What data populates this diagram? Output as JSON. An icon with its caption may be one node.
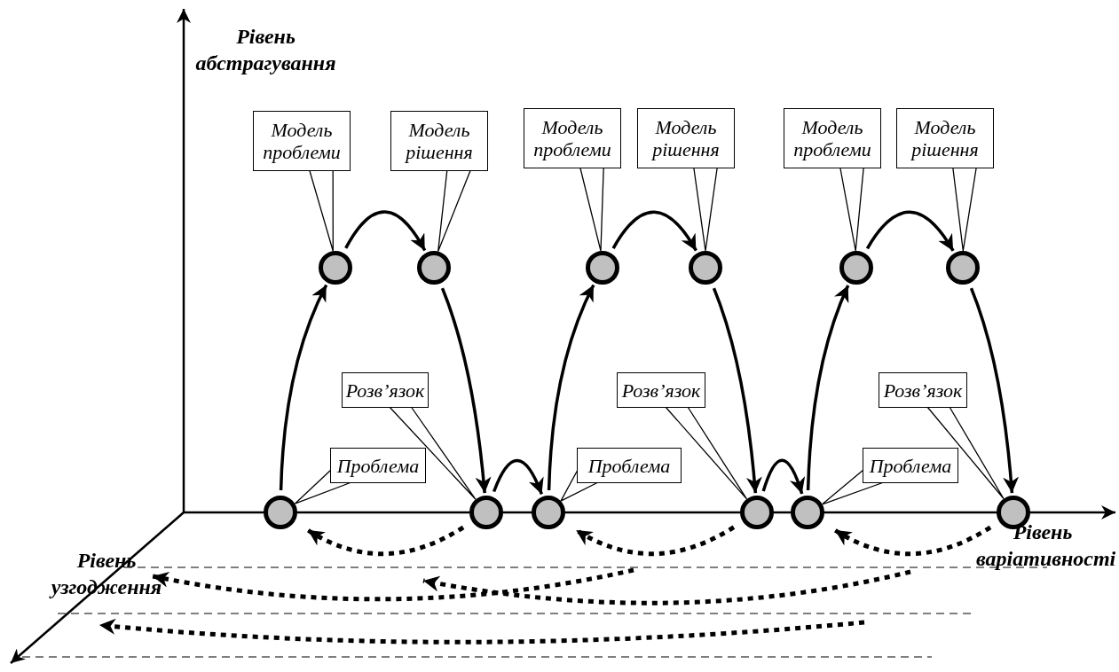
{
  "diagram": {
    "nodes": [
      {
        "text": [
          "Модель проблеми"
        ]
      },
      {
        "text": [
          "Модель рішення"
        ]
      },
      {
        "text": [
          "Модель проблеми"
        ]
      },
      {
        "text": [
          "Модель рішення"
        ]
      },
      {
        "text": [
          "Модель проблеми"
        ]
      },
      {
        "text": [
          "Модель рішення"
        ]
      },
      {
        "text": [],
        "shape": "circle"
      },
      {
        "text": [],
        "shape": "circle"
      },
      {
        "text": [],
        "shape": "circle"
      },
      {
        "text": [],
        "shape": "circle"
      },
      {
        "text": [],
        "shape": "circle"
      },
      {
        "text": [],
        "shape": "circle"
      },
      {
        "text": [
          "Розв’язок"
        ]
      },
      {
        "text": [
          "Розв’язок"
        ]
      },
      {
        "text": [
          "Розв’язок"
        ]
      },
      {
        "text": [
          "Проблема"
        ]
      },
      {
        "text": [
          "Проблема"
        ]
      },
      {
        "text": [
          "Проблема"
        ]
      },
      {
        "text": [],
        "shape": "circle"
      },
      {
        "text": [],
        "shape": "circle"
      },
      {
        "text": [],
        "shape": "circle"
      },
      {
        "text": [],
        "shape": "circle"
      },
      {
        "text": [],
        "shape": "circle"
      },
      {
        "text": [],
        "shape": "circle"
      }
    ],
    "edges": [
      {
        "from": 18,
        "to": 6,
        "arrow": "to"
      },
      {
        "from": 6,
        "to": 7,
        "arrow": "to"
      },
      {
        "from": 7,
        "to": 19,
        "arrow": "to"
      },
      {
        "from": 19,
        "to": 20,
        "arrow": "to"
      },
      {
        "from": 20,
        "to": 8,
        "arrow": "to"
      },
      {
        "from": 8,
        "to": 9,
        "arrow": "to"
      },
      {
        "from": 9,
        "to": 21,
        "arrow": "to"
      },
      {
        "from": 21,
        "to": 22,
        "arrow": "to"
      },
      {
        "from": 22,
        "to": 10,
        "arrow": "to"
      },
      {
        "from": 10,
        "to": 11,
        "arrow": "to"
      },
      {
        "from": 11,
        "to": 23,
        "arrow": "to"
      },
      {
        "from": 19,
        "to": 18,
        "arrow": "to",
        "style": "dashed"
      },
      {
        "from": 21,
        "to": 20,
        "arrow": "to",
        "style": "dashed"
      },
      {
        "from": 23,
        "to": 22,
        "arrow": "to",
        "style": "dashed"
      },
      {
        "from": 0,
        "to": 6,
        "arrow": "none"
      },
      {
        "from": 1,
        "to": 7,
        "arrow": "none"
      },
      {
        "from": 2,
        "to": 8,
        "arrow": "none"
      },
      {
        "from": 3,
        "to": 9,
        "arrow": "none"
      },
      {
        "from": 4,
        "to": 10,
        "arrow": "none"
      },
      {
        "from": 5,
        "to": 11,
        "arrow": "none"
      },
      {
        "from": 12,
        "to": 19,
        "arrow": "none"
      },
      {
        "from": 13,
        "to": 21,
        "arrow": "none"
      },
      {
        "from": 14,
        "to": 23,
        "arrow": "none"
      },
      {
        "from": 15,
        "to": 18,
        "arrow": "none"
      },
      {
        "from": 16,
        "to": 20,
        "arrow": "none"
      },
      {
        "from": 17,
        "to": 22,
        "arrow": "none"
      }
    ],
    "labels": [
      "Рівень абстрагування",
      "Рівень варіативності",
      "Рівень узгодження"
    ]
  }
}
